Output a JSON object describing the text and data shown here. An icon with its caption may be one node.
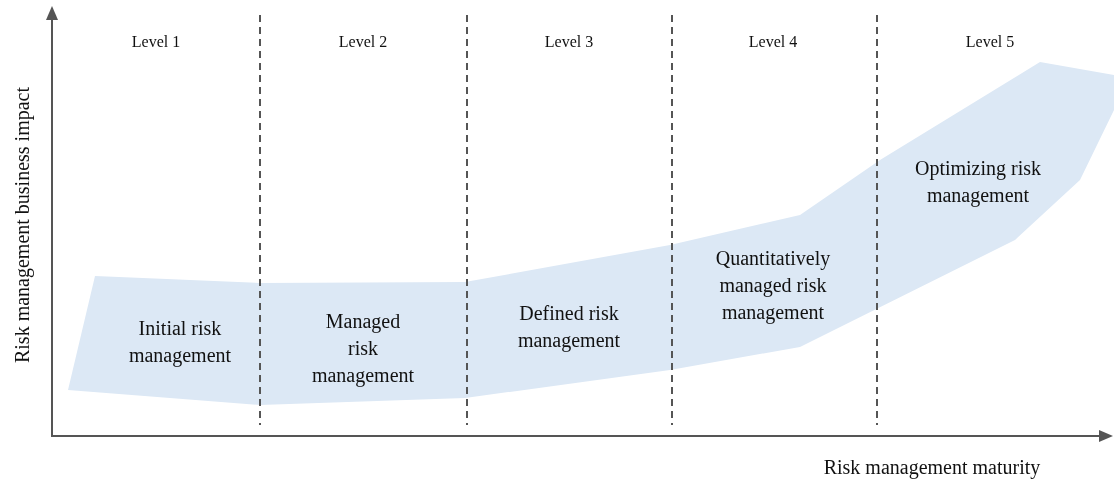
{
  "diagram": {
    "labels": [
      "Level 1",
      "Level 2",
      "Level 3",
      "Level 4",
      "Level 5",
      "Optimizing risk management",
      "Quantitatively managed risk management",
      "Initial risk management",
      "Managed risk management",
      "Defined risk management",
      "Risk management business impact",
      "Risk management maturity"
    ]
  }
}
